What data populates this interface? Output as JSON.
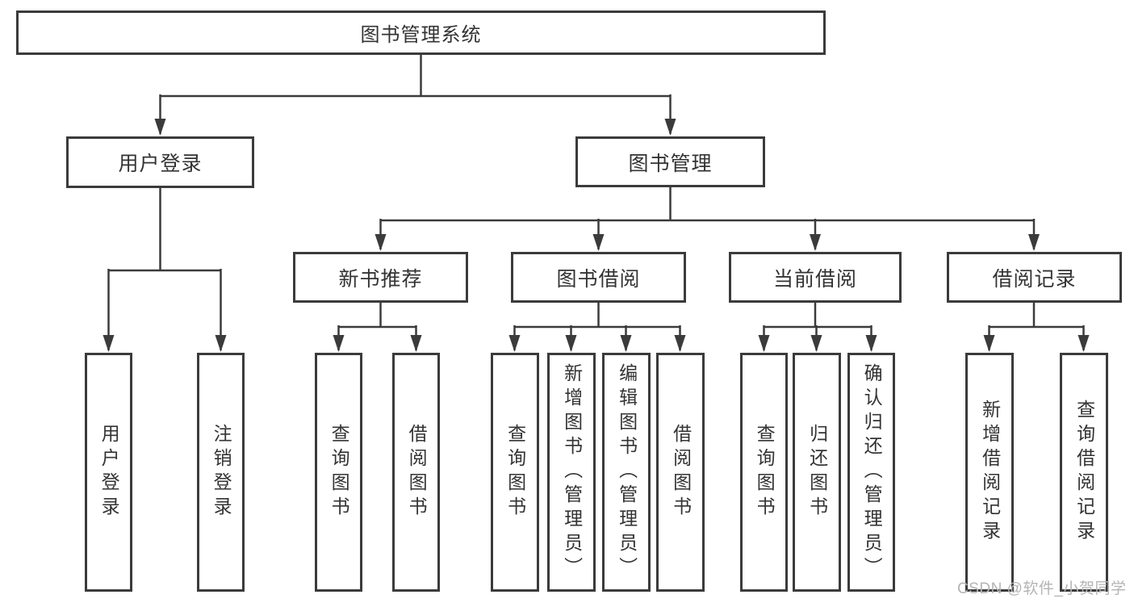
{
  "tree": {
    "label": "图书管理系统",
    "children": [
      {
        "label": "用户登录",
        "children": [
          {
            "label": "用户登录"
          },
          {
            "label": "注销登录"
          }
        ]
      },
      {
        "label": "图书管理",
        "children": [
          {
            "label": "新书推荐",
            "children": [
              {
                "label": "查询图书"
              },
              {
                "label": "借阅图书"
              }
            ]
          },
          {
            "label": "图书借阅",
            "children": [
              {
                "label": "查询图书"
              },
              {
                "label": "新增图书（管理员）"
              },
              {
                "label": "编辑图书（管理员）"
              },
              {
                "label": "借阅图书"
              }
            ]
          },
          {
            "label": "当前借阅",
            "children": [
              {
                "label": "查询图书"
              },
              {
                "label": "归还图书"
              },
              {
                "label": "确认归还（管理员）"
              }
            ]
          },
          {
            "label": "借阅记录",
            "children": [
              {
                "label": "新增借阅记录"
              },
              {
                "label": "查询借阅记录"
              }
            ]
          }
        ]
      }
    ]
  },
  "watermark": "CSDN @软件_小贺同学",
  "colors": {
    "line": "#3b3b3b",
    "box_border": "#3b3b3b",
    "box_background": "#ffffff",
    "text": "#333333",
    "watermark": "#b4b4b4"
  }
}
